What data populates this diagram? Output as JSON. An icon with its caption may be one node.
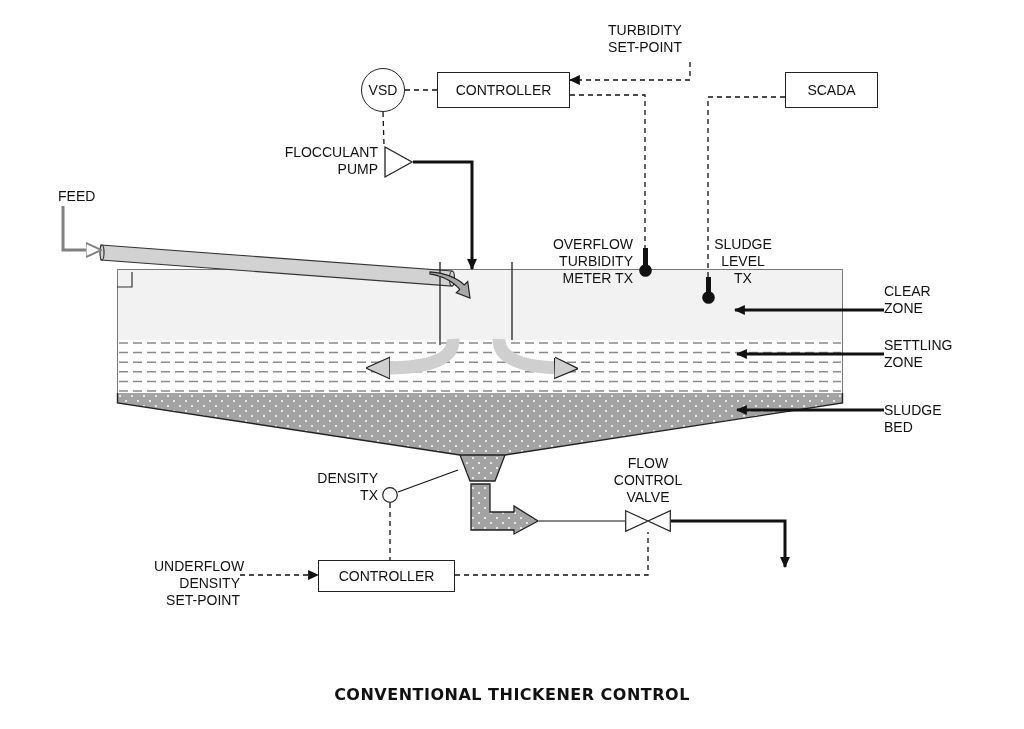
{
  "diagram": {
    "title": "CONVENTIONAL THICKENER CONTROL",
    "nodes": [
      {
        "text": [
          "FEED"
        ]
      },
      {
        "text": [],
        "shape": "cylinder"
      },
      {
        "text": [
          "VSD"
        ]
      },
      {
        "text": [
          "CONTROLLER"
        ]
      },
      {
        "text": [
          "TURBIDITY SET-POINT"
        ]
      },
      {
        "text": [
          "SCADA"
        ]
      },
      {
        "text": [
          "FLOCCULANT PUMP"
        ]
      },
      {
        "text": [
          "OVERFLOW TURBIDITY METER TX"
        ]
      },
      {
        "text": [
          "SLUDGE LEVEL TX"
        ]
      },
      {
        "text": [],
        "shape": "band"
      },
      {
        "text": [],
        "shape": "band"
      },
      {
        "text": [],
        "shape": "band"
      },
      {
        "text": [
          "CLEAR ZONE"
        ]
      },
      {
        "text": [
          "SETTLING ZONE"
        ]
      },
      {
        "text": [
          "SLUDGE BED"
        ]
      },
      {
        "text": [],
        "shape": "cone"
      },
      {
        "text": [
          "DENSITY TX"
        ]
      },
      {
        "text": [
          "FLOW CONTROL VALVE"
        ]
      },
      {
        "text": [
          "CONTROLLER"
        ]
      },
      {
        "text": [
          "UNDERFLOW DENSITY SET-POINT"
        ]
      }
    ],
    "edges": [
      {
        "from": 0,
        "to": 1,
        "arrow": "to",
        "style": "thick",
        "color": "#808080"
      },
      {
        "from": 4,
        "to": 3,
        "arrow": "to",
        "style": "dashed"
      },
      {
        "from": 3,
        "to": 2,
        "arrow": "none",
        "style": "dashed"
      },
      {
        "from": 2,
        "to": 6,
        "arrow": "none",
        "style": "dashed"
      },
      {
        "from": 3,
        "to": 7,
        "arrow": "none",
        "style": "dashed"
      },
      {
        "from": 5,
        "to": 8,
        "arrow": "none",
        "style": "dashed"
      },
      {
        "from": 6,
        "to": 9,
        "arrow": "to",
        "style": "thick"
      },
      {
        "from": 12,
        "to": 9,
        "arrow": "to",
        "style": "thick"
      },
      {
        "from": 13,
        "to": 10,
        "arrow": "to",
        "style": "thick"
      },
      {
        "from": 14,
        "to": 11,
        "arrow": "to",
        "style": "thick"
      },
      {
        "from": 16,
        "to": 15,
        "arrow": "none"
      },
      {
        "from": 15,
        "to": 17,
        "arrow": "none"
      },
      {
        "from": 17,
        "to": null,
        "arrow": "to",
        "style": "thick"
      },
      {
        "from": 16,
        "to": 18,
        "arrow": "none",
        "style": "dashed"
      },
      {
        "from": 19,
        "to": 18,
        "arrow": "to",
        "style": "dashed"
      },
      {
        "from": 18,
        "to": 17,
        "arrow": "none",
        "style": "dashed"
      },
      {
        "from": 9,
        "to": 10,
        "arrow": "to",
        "style": "thick",
        "color": "#cfcfcf"
      },
      {
        "from": 9,
        "to": 10,
        "arrow": "to",
        "style": "thick",
        "color": "#cfcfcf"
      }
    ]
  }
}
